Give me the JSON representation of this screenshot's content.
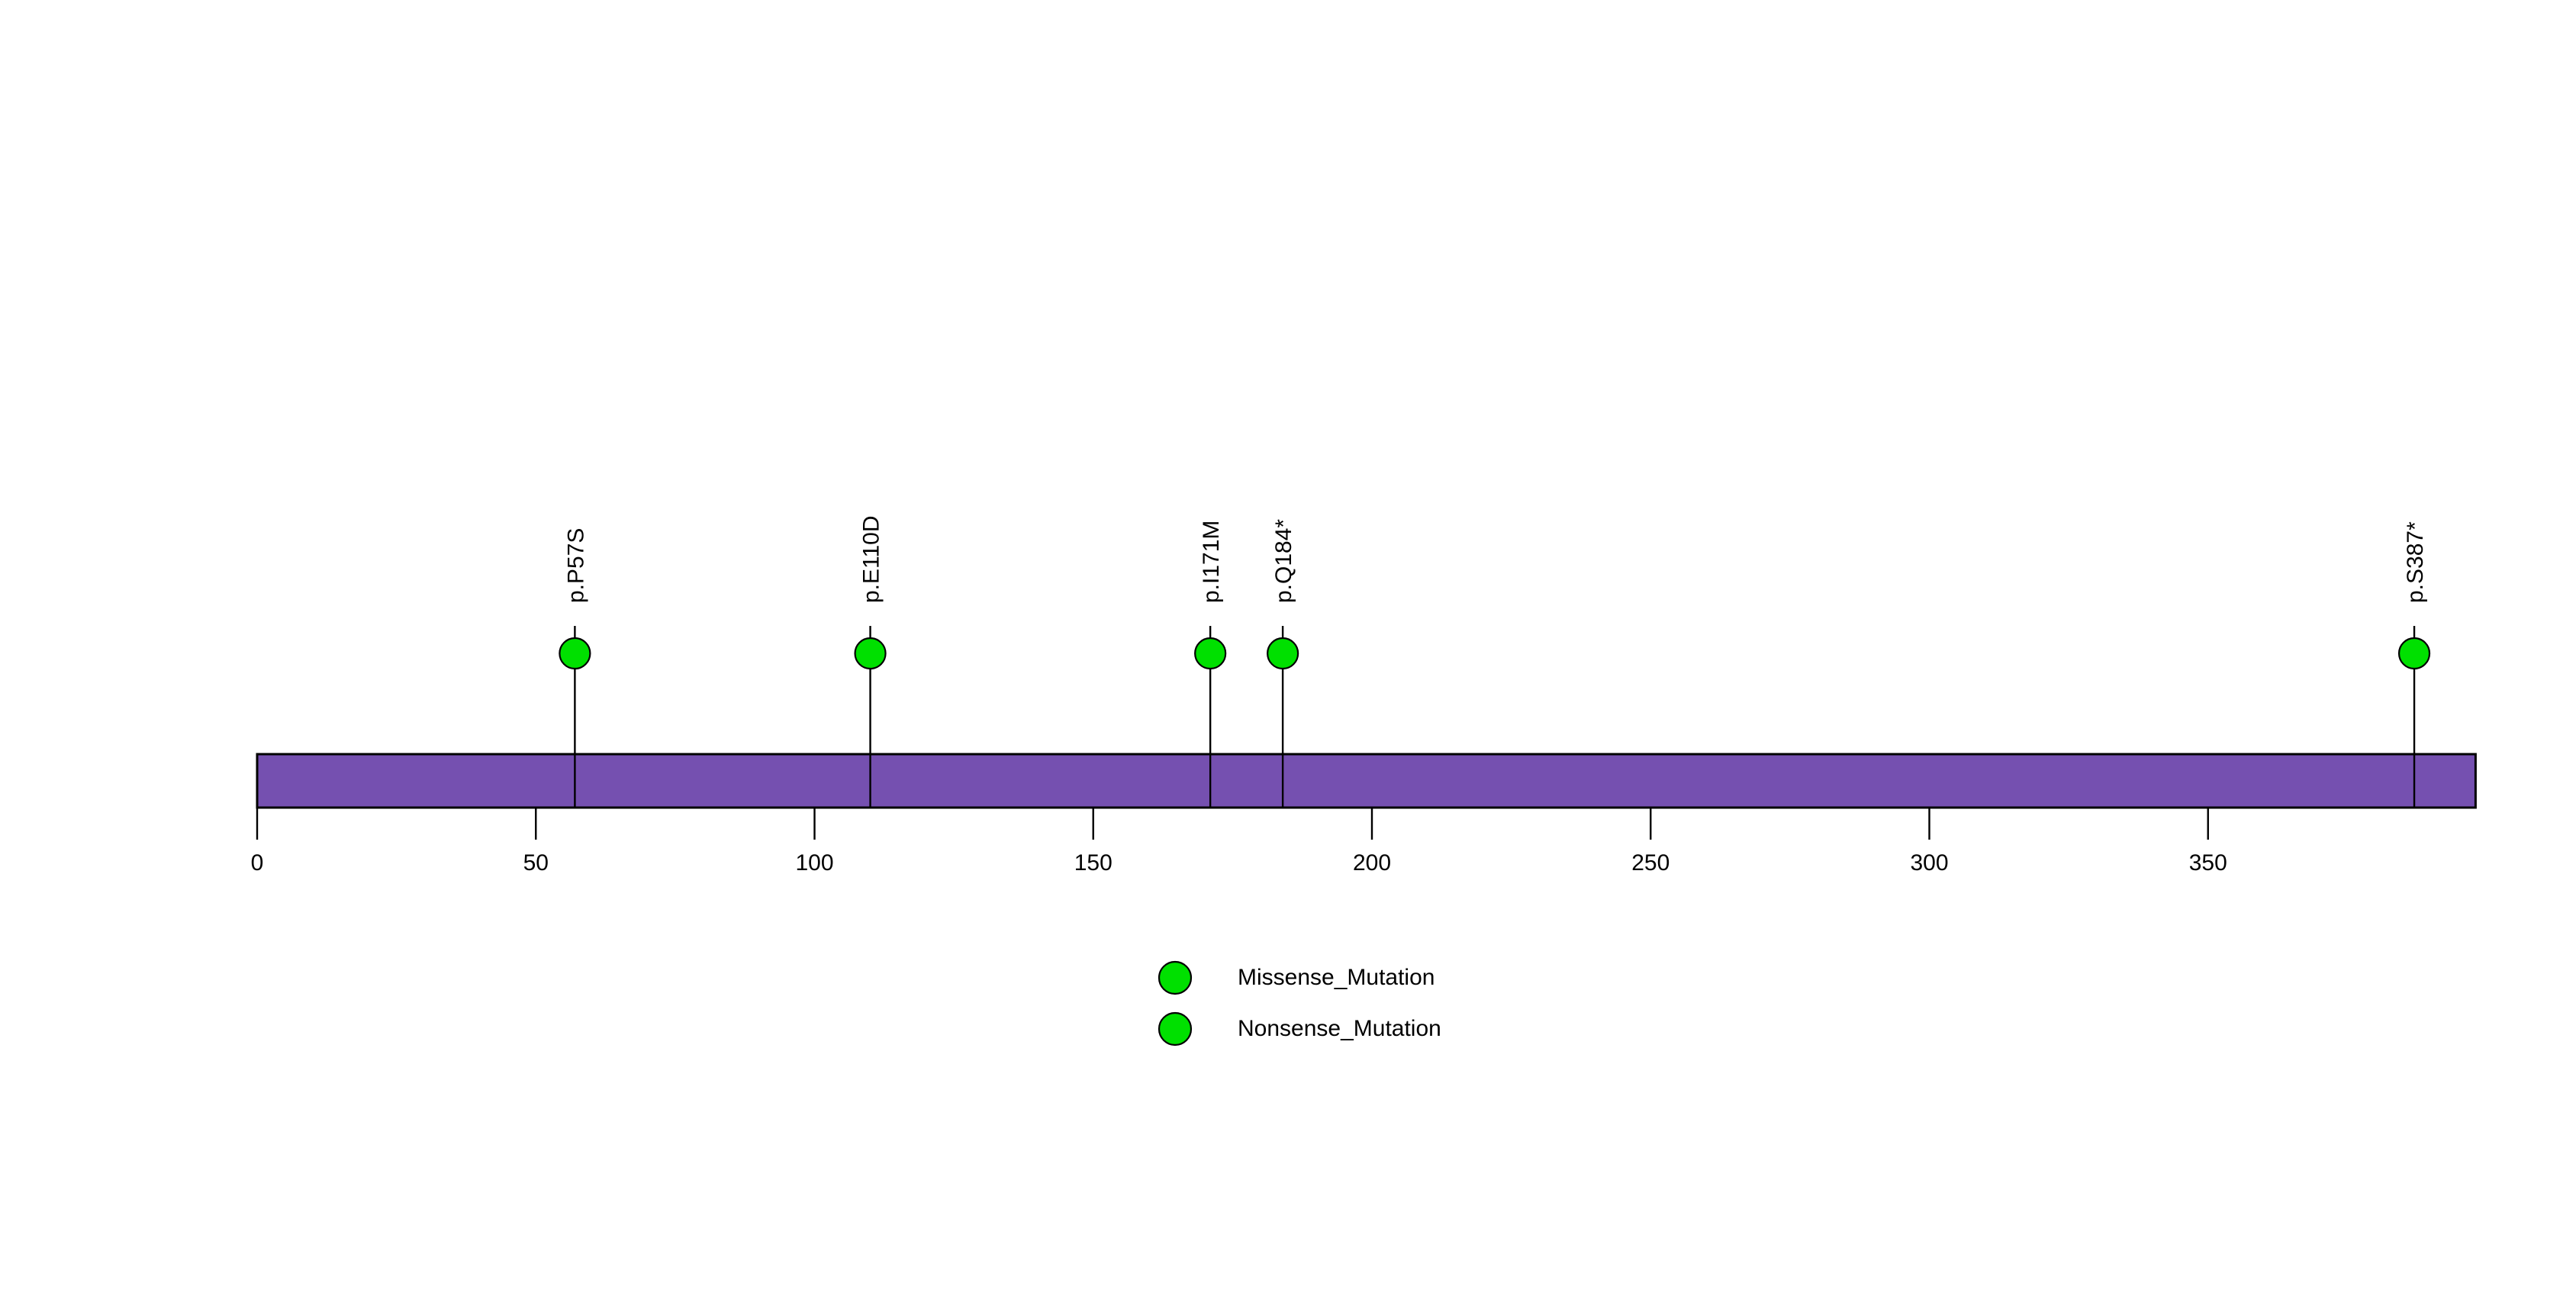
{
  "chart_data": {
    "type": "lollipop",
    "title": "",
    "xlabel": "",
    "ylabel": "",
    "xlim": [
      0,
      398
    ],
    "grid": false,
    "legend_position": "bottom-center",
    "axis": {
      "tick_values": [
        0,
        50,
        100,
        150,
        200,
        250,
        300,
        350
      ],
      "tick_labels": [
        "0",
        "50",
        "100",
        "150",
        "200",
        "250",
        "300",
        "350"
      ]
    },
    "protein_backbone": {
      "name": "protein-backbone",
      "start": 0,
      "end": 398,
      "color": "#7550B0",
      "border_color": "#000000"
    },
    "mutations": [
      {
        "label": "p.P57S",
        "position": 57,
        "count": 1,
        "type": "Missense_Mutation",
        "color": "#00E000"
      },
      {
        "label": "p.E110D",
        "position": 110,
        "count": 1,
        "type": "Missense_Mutation",
        "color": "#00E000"
      },
      {
        "label": "p.I171M",
        "position": 171,
        "count": 1,
        "type": "Missense_Mutation",
        "color": "#00E000"
      },
      {
        "label": "p.Q184*",
        "position": 184,
        "count": 1,
        "type": "Nonsense_Mutation",
        "color": "#00E000"
      },
      {
        "label": "p.S387*",
        "position": 387,
        "count": 1,
        "type": "Nonsense_Mutation",
        "color": "#00E000"
      }
    ],
    "legend": [
      {
        "label": "Missense_Mutation",
        "color": "#00E000"
      },
      {
        "label": "Nonsense_Mutation",
        "color": "#00E000"
      }
    ]
  },
  "colors": {
    "backbone_purple": "#7550B0",
    "mutation_green": "#00E000",
    "outline_black": "#000000",
    "background": "#ffffff"
  }
}
